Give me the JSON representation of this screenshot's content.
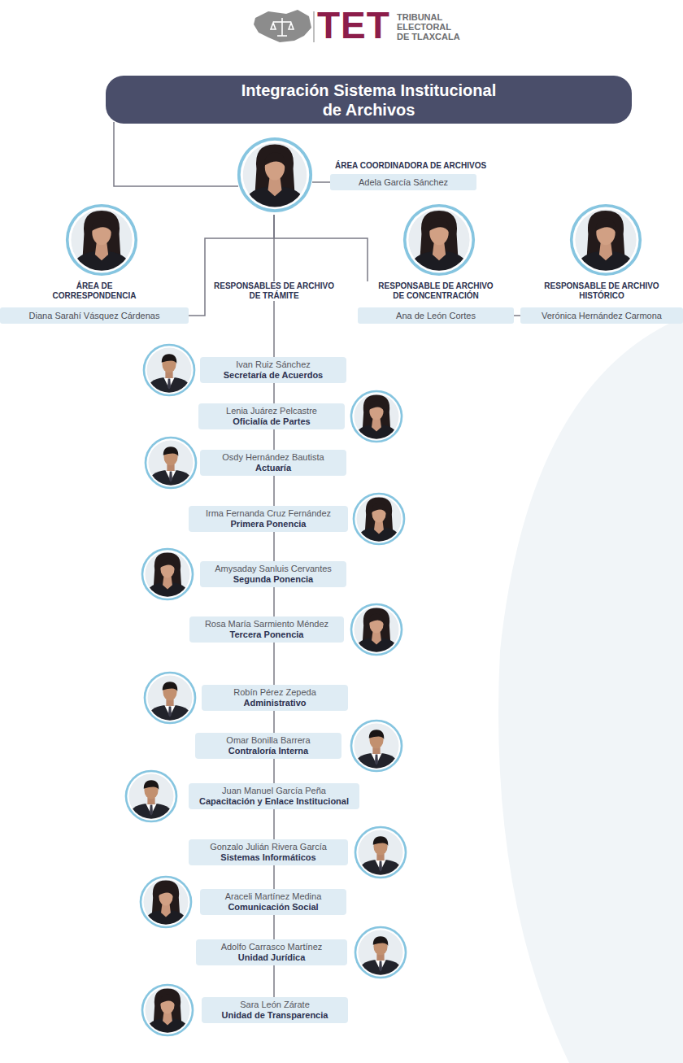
{
  "diagram": {
    "title": "Integración Sistema Institucional de Archivos",
    "nodes": [
      {
        "text": [
          "ÁREA COORDINADORA DE ARCHIVOS",
          "Adela García Sánchez"
        ]
      },
      {
        "text": [
          "ÁREA DE CORRESPONDENCIA",
          "Diana Sarahí Vásquez Cárdenas"
        ]
      },
      {
        "text": [
          "RESPONSABLES DE ARCHIVO DE TRÁMITE"
        ]
      },
      {
        "text": [
          "RESPONSABLE DE ARCHIVO DE CONCENTRACIÓN",
          "Ana de León Cortes"
        ]
      },
      {
        "text": [
          "RESPONSABLE DE ARCHIVO HISTÓRICO",
          "Verónica Hernández Carmona"
        ]
      },
      {
        "text": [
          "Ivan Ruiz Sánchez",
          "Secretaría de Acuerdos"
        ]
      },
      {
        "text": [
          "Lenia Juárez Pelcastre",
          "Oficialía de Partes"
        ]
      },
      {
        "text": [
          "Osdy Hernández Bautista",
          "Actuaría"
        ]
      },
      {
        "text": [
          "Irma Fernanda Cruz Fernández",
          "Primera Ponencia"
        ]
      },
      {
        "text": [
          "Amysaday Sanluis Cervantes",
          "Segunda Ponencia"
        ]
      },
      {
        "text": [
          "Rosa María Sarmiento Méndez",
          "Tercera Ponencia"
        ]
      },
      {
        "text": [
          "Robín Pérez Zepeda",
          "Administrativo"
        ]
      },
      {
        "text": [
          "Omar Bonilla Barrera",
          "Contraloría Interna"
        ]
      },
      {
        "text": [
          "Juan Manuel García Peña",
          "Capacitación y Enlace Institucional"
        ]
      },
      {
        "text": [
          "Gonzalo Julián Rivera García",
          "Sistemas Informáticos"
        ]
      },
      {
        "text": [
          "Araceli Martínez Medina",
          "Comunicación Social"
        ]
      },
      {
        "text": [
          "Adolfo Carrasco Martínez",
          "Unidad Jurídica"
        ]
      },
      {
        "text": [
          "Sara León Zárate",
          "Unidad de Transparencia"
        ]
      }
    ],
    "edges": [
      {
        "from": 0,
        "to": 1,
        "arrow": "none"
      },
      {
        "from": 0,
        "to": 2,
        "arrow": "none"
      },
      {
        "from": 0,
        "to": 3,
        "arrow": "none"
      },
      {
        "from": 3,
        "to": 4,
        "arrow": "none"
      },
      {
        "from": 2,
        "to": 5,
        "arrow": "none"
      },
      {
        "from": 5,
        "to": 6,
        "arrow": "none"
      },
      {
        "from": 6,
        "to": 7,
        "arrow": "none"
      },
      {
        "from": 7,
        "to": 8,
        "arrow": "none"
      },
      {
        "from": 8,
        "to": 9,
        "arrow": "none"
      },
      {
        "from": 9,
        "to": 10,
        "arrow": "none"
      },
      {
        "from": 10,
        "to": 11,
        "arrow": "none"
      },
      {
        "from": 11,
        "to": 12,
        "arrow": "none"
      },
      {
        "from": 12,
        "to": 13,
        "arrow": "none"
      },
      {
        "from": 13,
        "to": 14,
        "arrow": "none"
      },
      {
        "from": 14,
        "to": 15,
        "arrow": "none"
      },
      {
        "from": 15,
        "to": 16,
        "arrow": "none"
      },
      {
        "from": 16,
        "to": 17,
        "arrow": "none"
      }
    ],
    "labels": [
      "TET",
      "TRIBUNAL ELECTORAL DE TLAXCALA"
    ]
  }
}
